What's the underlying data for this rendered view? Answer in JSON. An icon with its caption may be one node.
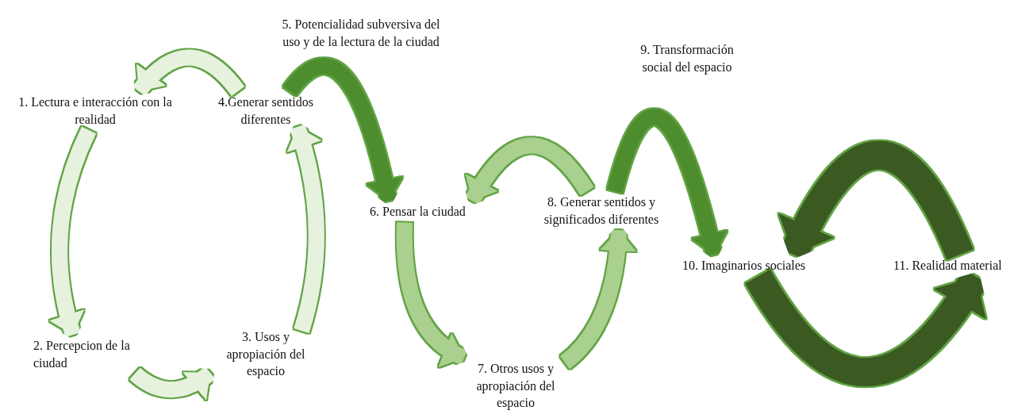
{
  "diagram": {
    "nodes": [
      {
        "text": [
          "1. Lectura e interacción con la realidad"
        ]
      },
      {
        "text": [
          "2. Percepcion de la ciudad"
        ]
      },
      {
        "text": [
          "3. Usos y apropiación del espacio"
        ]
      },
      {
        "text": [
          "4.Generar sentidos diferentes"
        ]
      },
      {
        "text": [
          "6. Pensar la ciudad"
        ]
      },
      {
        "text": [
          "7. Otros usos y apropiación del espacio"
        ]
      },
      {
        "text": [
          "8. Generar sentidos y significados diferentes"
        ]
      },
      {
        "text": [
          "10. Imaginarios sociales"
        ]
      },
      {
        "text": [
          "11. Realidad material"
        ]
      }
    ],
    "edges": [
      {
        "from": 3,
        "to": 0,
        "arrow": "to"
      },
      {
        "from": 0,
        "to": 1,
        "arrow": "to"
      },
      {
        "from": 1,
        "to": 2,
        "arrow": "to"
      },
      {
        "from": 2,
        "to": 3,
        "arrow": "to"
      },
      {
        "from": 3,
        "to": 4,
        "arrow": "to",
        "label": "5. Potencialidad subversiva del uso y de la lectura de la ciudad",
        "color": "#4e8d2e"
      },
      {
        "from": 4,
        "to": 5,
        "arrow": "to",
        "color": "#a9d08e"
      },
      {
        "from": 5,
        "to": 6,
        "arrow": "to",
        "color": "#a9d08e"
      },
      {
        "from": 6,
        "to": 4,
        "arrow": "to",
        "color": "#a9d08e"
      },
      {
        "from": 6,
        "to": 7,
        "arrow": "to",
        "label": "9. Transformación social del espacio",
        "color": "#4e8d2e"
      },
      {
        "from": 8,
        "to": 7,
        "arrow": "to",
        "style": "thick",
        "color": "#3b5a23"
      },
      {
        "from": 7,
        "to": 8,
        "arrow": "to",
        "style": "thick",
        "color": "#3b5a23"
      }
    ]
  }
}
